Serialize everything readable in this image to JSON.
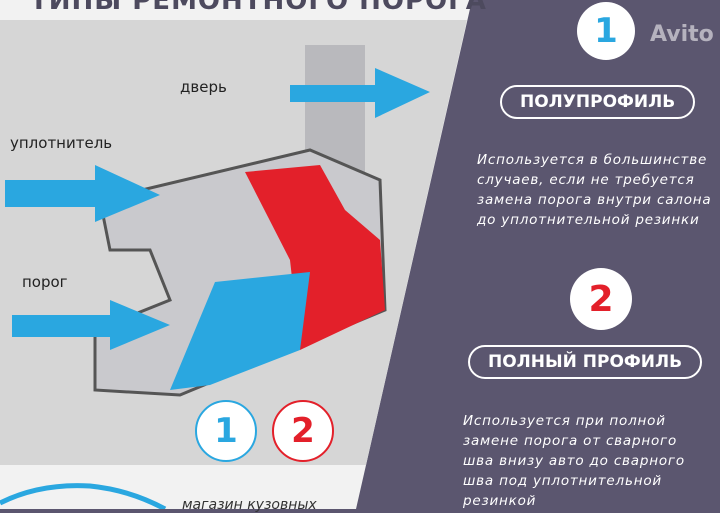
{
  "title": "ТИПЫ РЕМОНТНОГО ПОРОГА",
  "labels": {
    "door": "дверь",
    "seal": "уплотнитель",
    "sill": "порог"
  },
  "markers": {
    "one": "1",
    "two": "2"
  },
  "options": [
    {
      "number": "1",
      "name": "ПОЛУПРОФИЛЬ",
      "description": "Используется в большинстве\nслучаев, если не требуется\nзамена порога внутри салона\nдо уплотнительной резинки"
    },
    {
      "number": "2",
      "name": "ПОЛНЫЙ ПРОФИЛЬ",
      "description": "Используется при полной\nзамене порога от сварного\nшва внизу авто до сварного\nшва под уплотнительной\nрезинкой"
    }
  ],
  "footer": {
    "shop": "магазин кузовных"
  },
  "watermark": "Avito",
  "colors": {
    "panel": "#5b566f",
    "blue": "#2aa7e0",
    "red": "#e3202a"
  }
}
